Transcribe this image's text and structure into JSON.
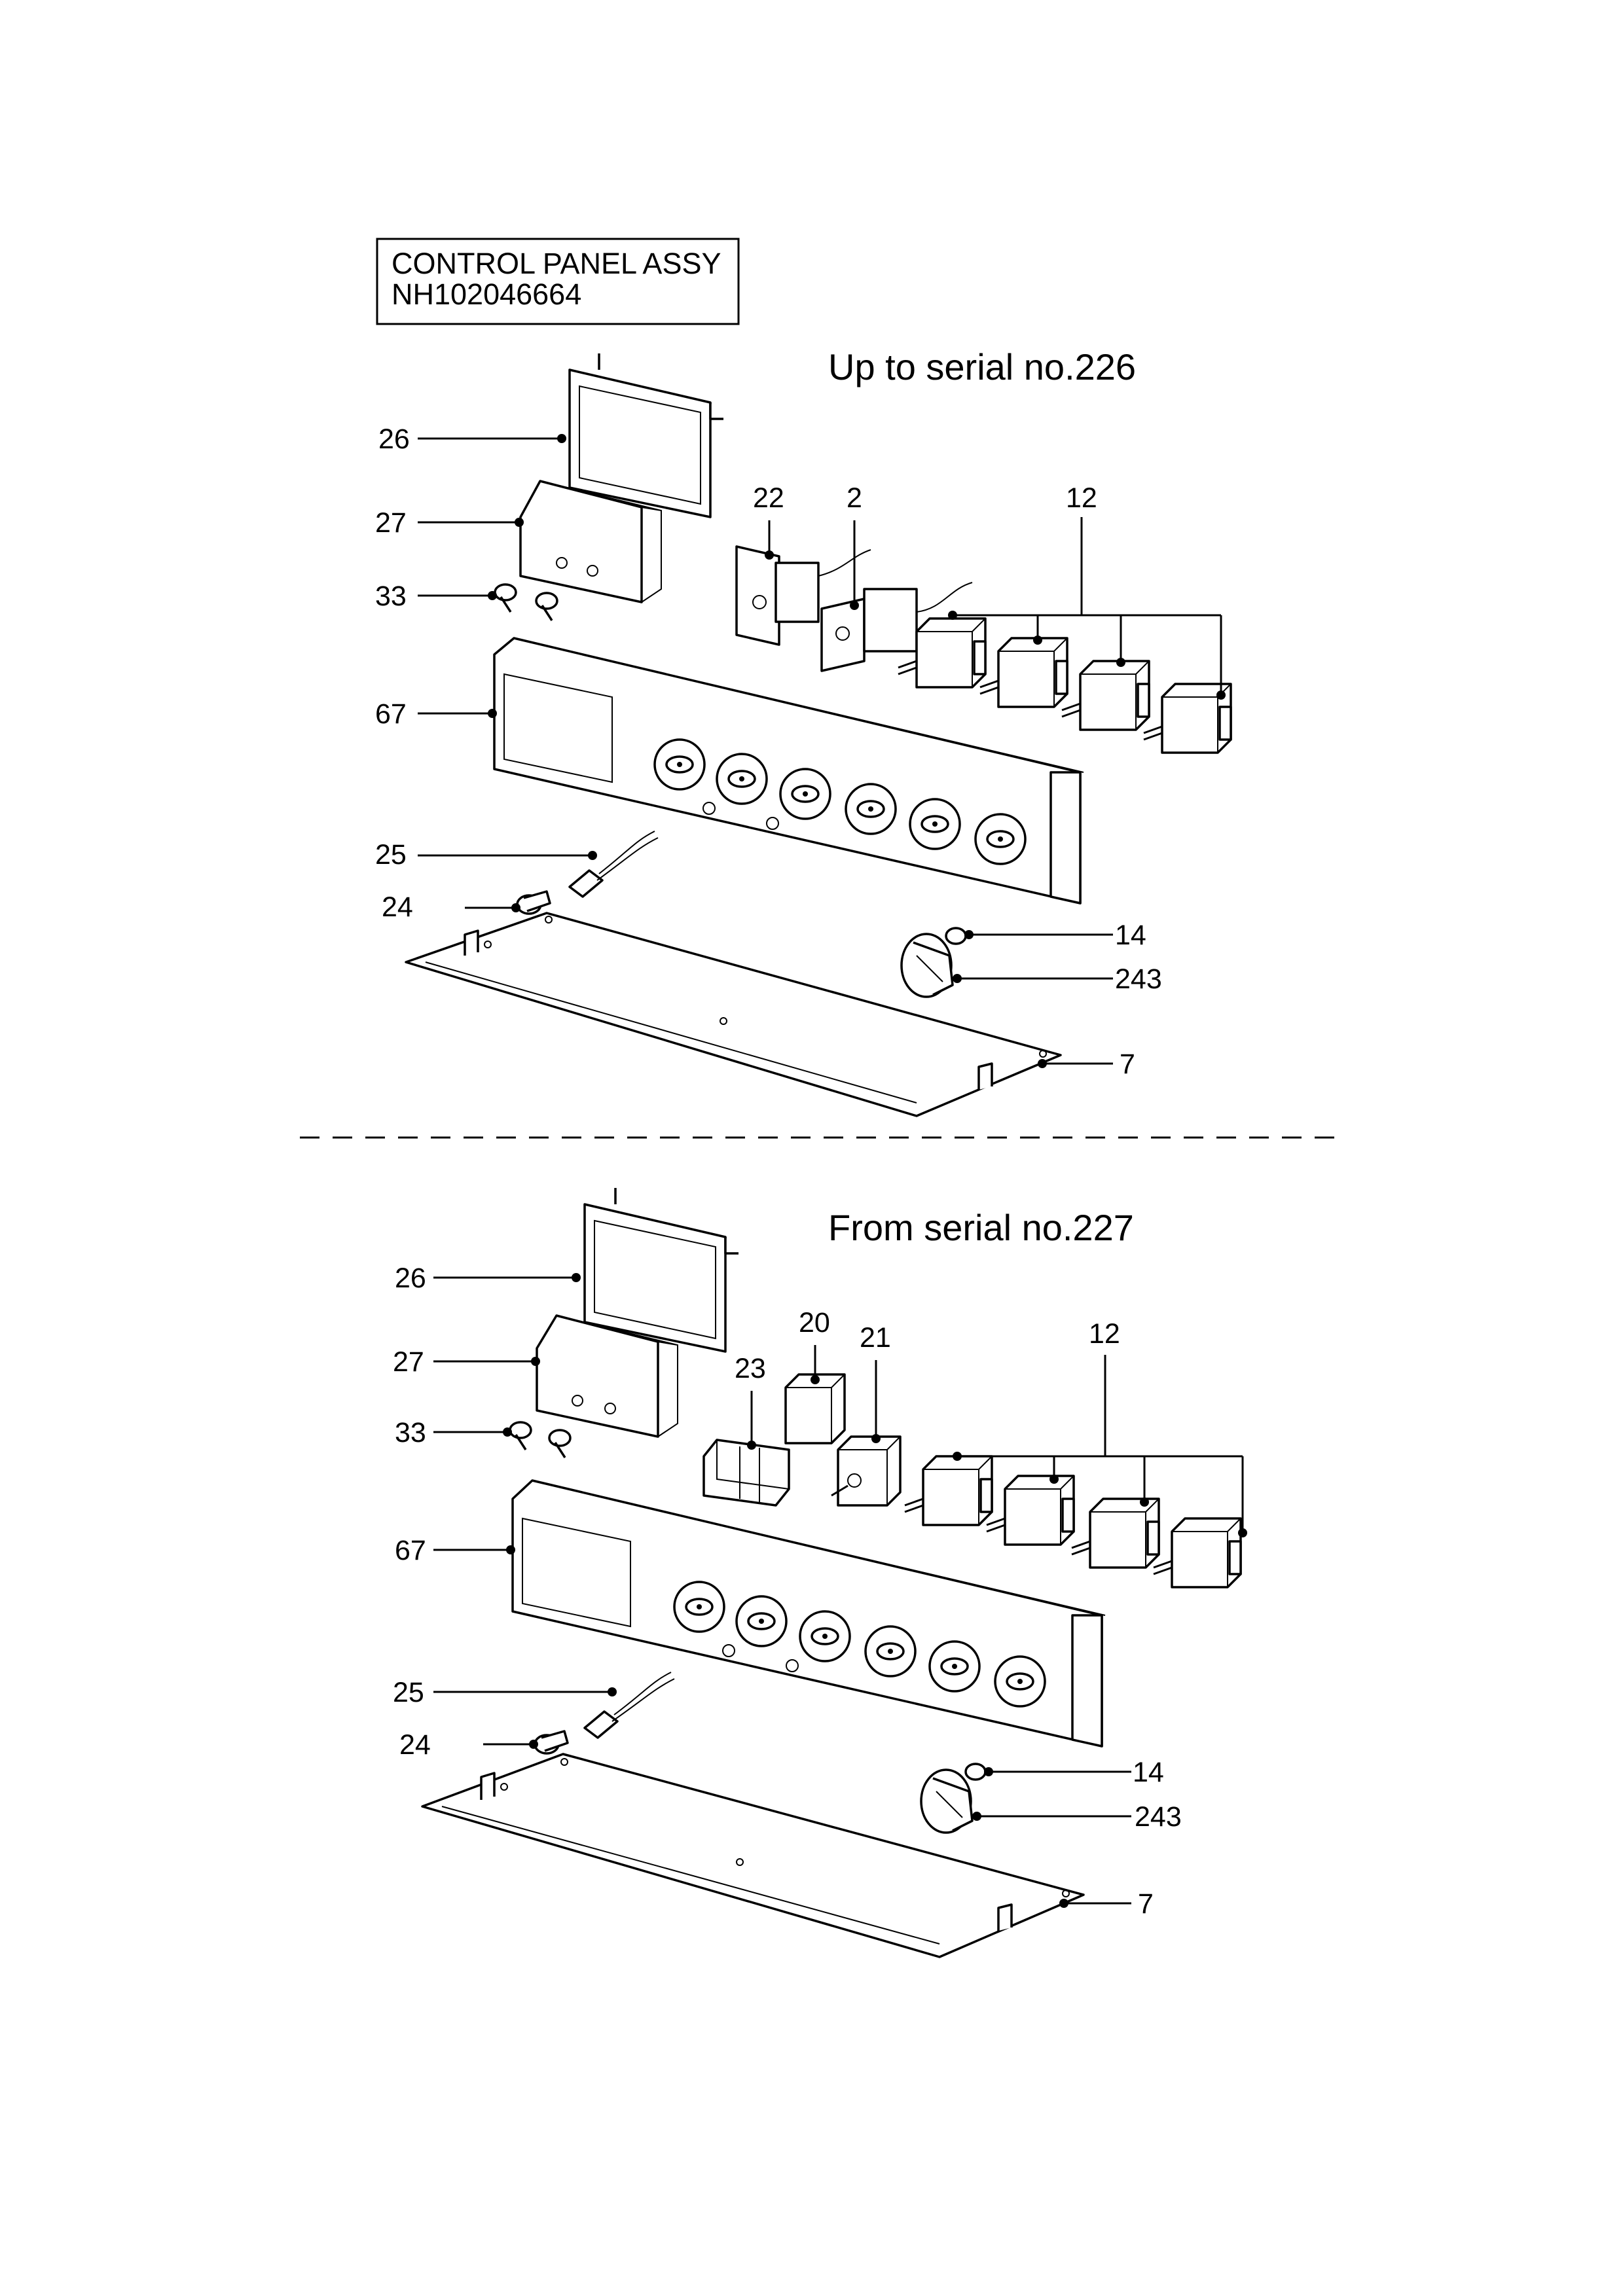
{
  "title_box": {
    "line1": "CONTROL PANEL ASSY",
    "line2": "NH102046664"
  },
  "sections": [
    {
      "heading": "Up to serial no.226",
      "callouts": [
        "26",
        "27",
        "33",
        "67",
        "25",
        "24",
        "22",
        "2",
        "12",
        "14",
        "243",
        "7"
      ]
    },
    {
      "heading": "From serial no.227",
      "callouts": [
        "26",
        "27",
        "33",
        "67",
        "25",
        "24",
        "20",
        "21",
        "23",
        "12",
        "14",
        "243",
        "7"
      ]
    }
  ]
}
